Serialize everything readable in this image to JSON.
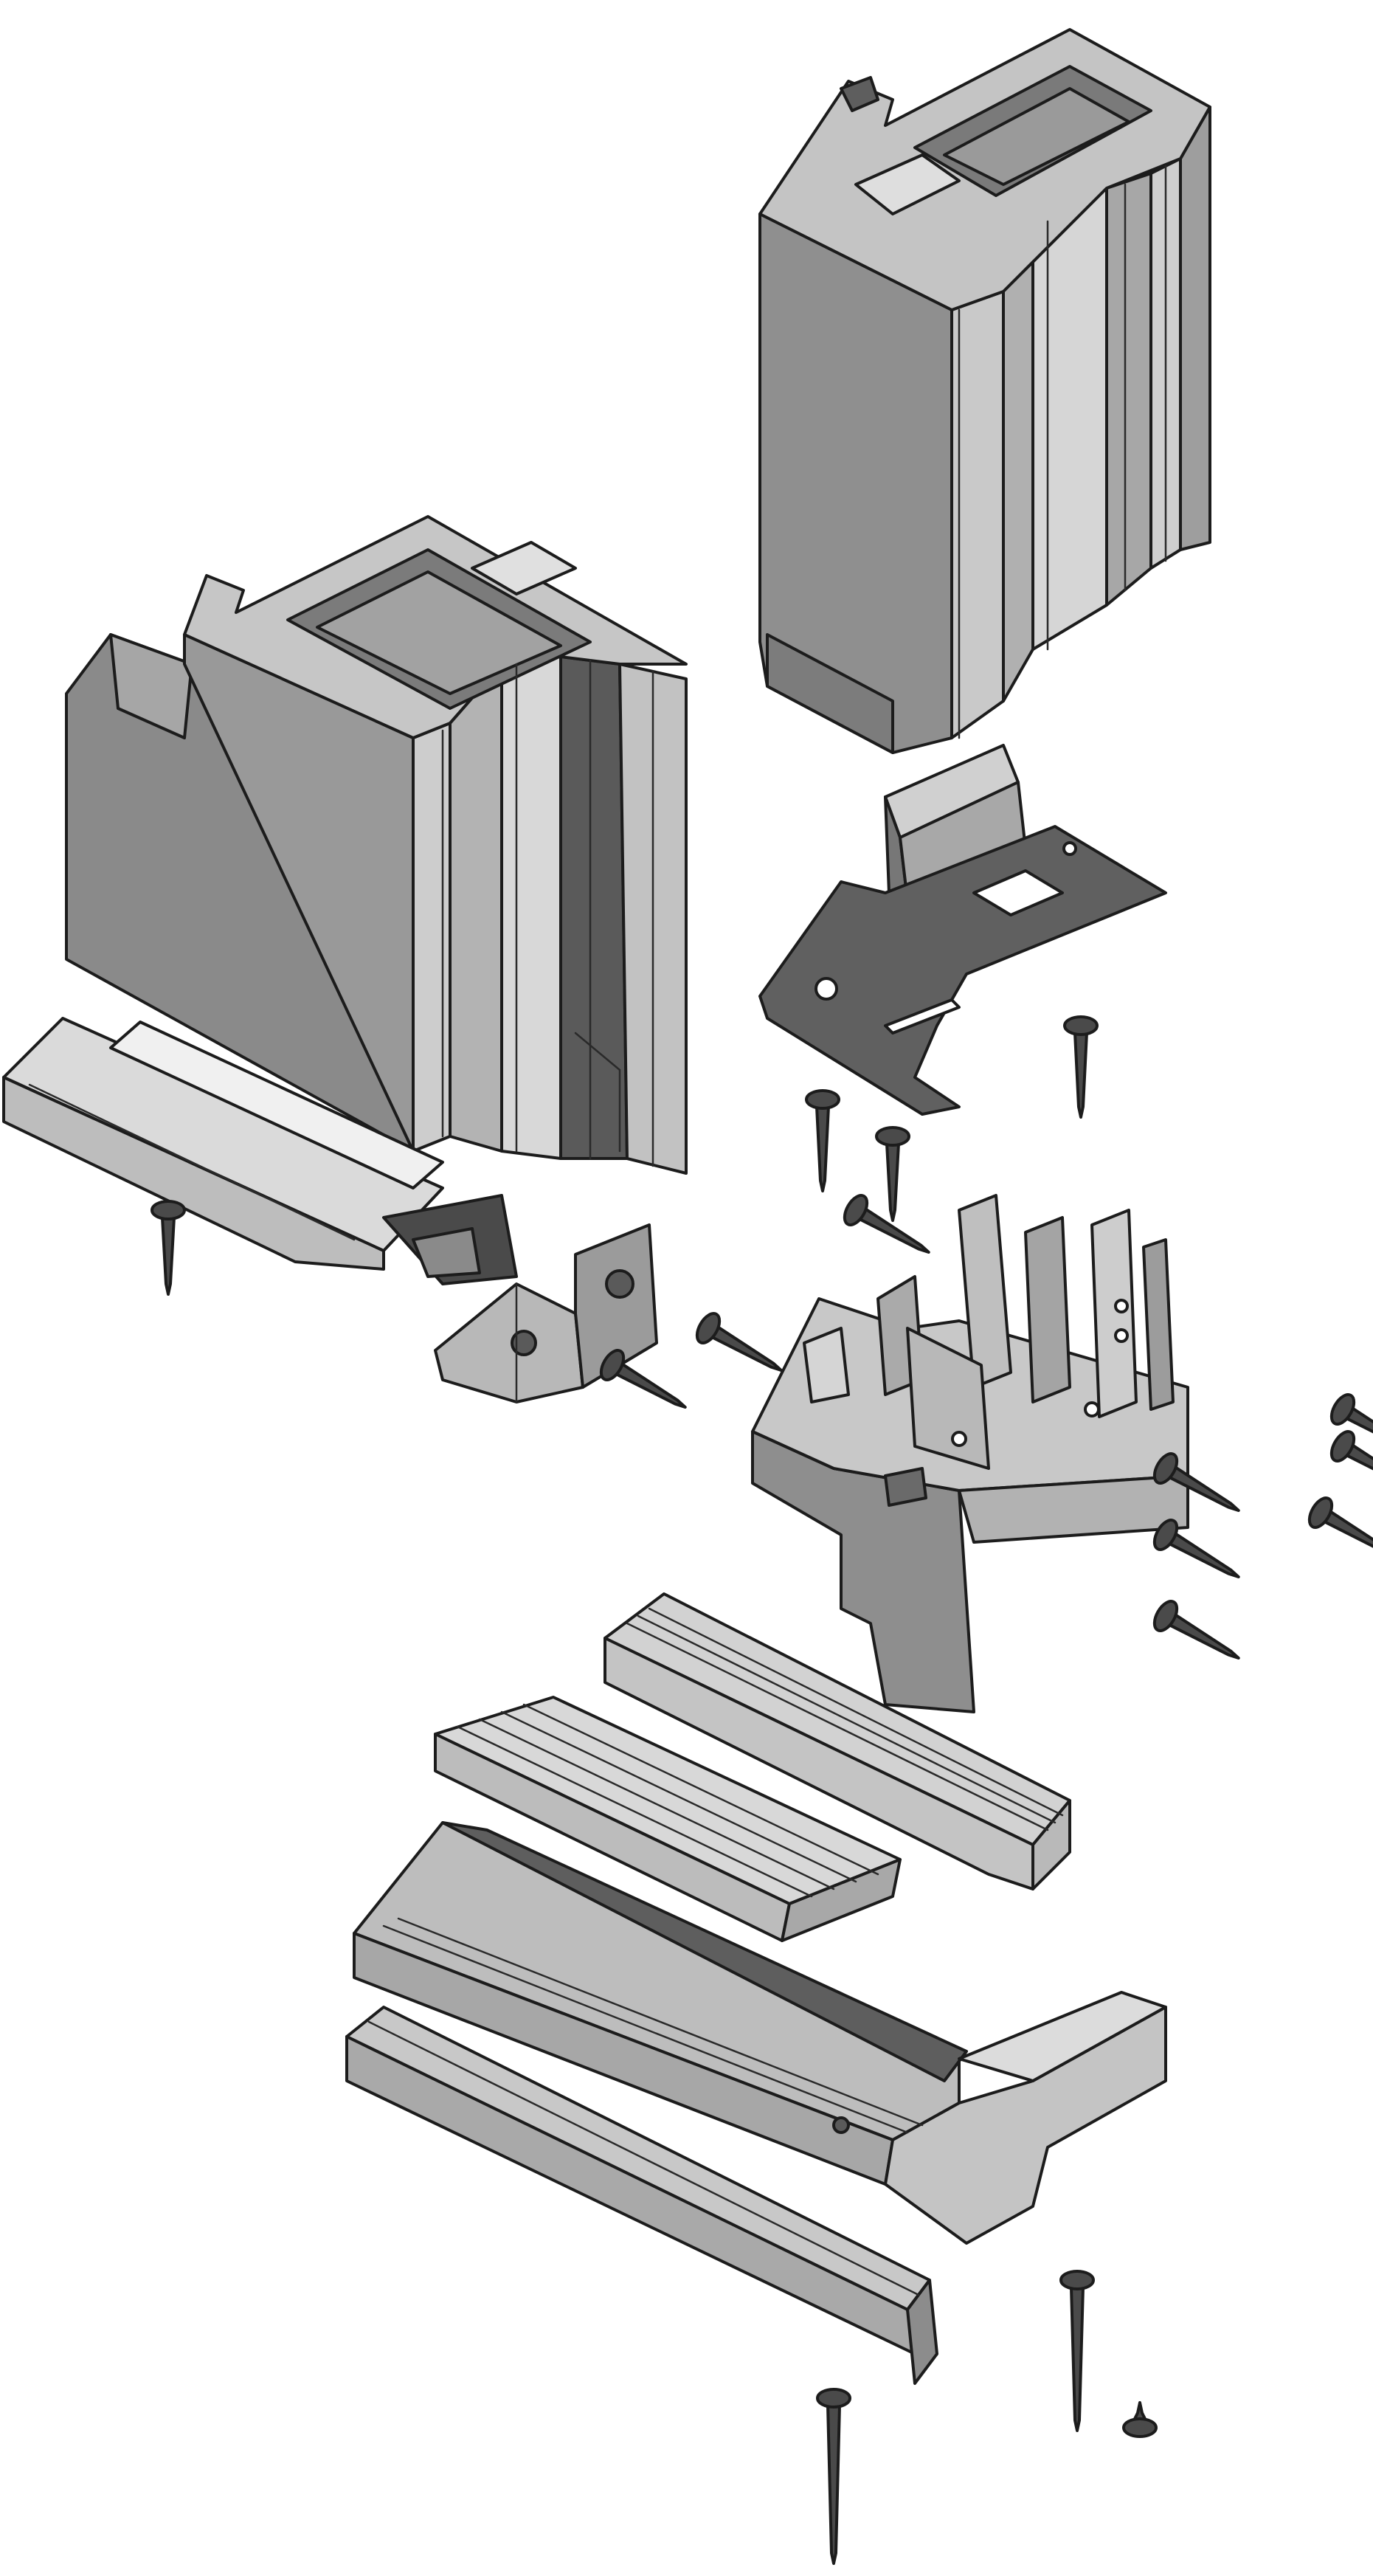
{
  "figure": {
    "kind": "exploded-assembly-drawing",
    "labels": [],
    "colors": {
      "background": "#ffffff",
      "outline": "#1c1c1c",
      "face_light": "#d4d4d4",
      "face_mid": "#b5b5b5",
      "face_dark": "#8a8a8a",
      "face_darker": "#6a6a6a",
      "screw": "#4a4a4a"
    },
    "parts": [
      {
        "name": "upper-right-frame-profile"
      },
      {
        "name": "mitred-left-frame-profile"
      },
      {
        "name": "left-end-cap"
      },
      {
        "name": "angle-bracket"
      },
      {
        "name": "protective-cap"
      },
      {
        "name": "gasket-plate"
      },
      {
        "name": "corner-connector-block"
      },
      {
        "name": "upper-sill-insert"
      },
      {
        "name": "lower-sill-insert"
      },
      {
        "name": "threshold-sill-profile"
      },
      {
        "name": "bottom-rail-profile"
      },
      {
        "name": "screws",
        "count": 17
      }
    ]
  }
}
